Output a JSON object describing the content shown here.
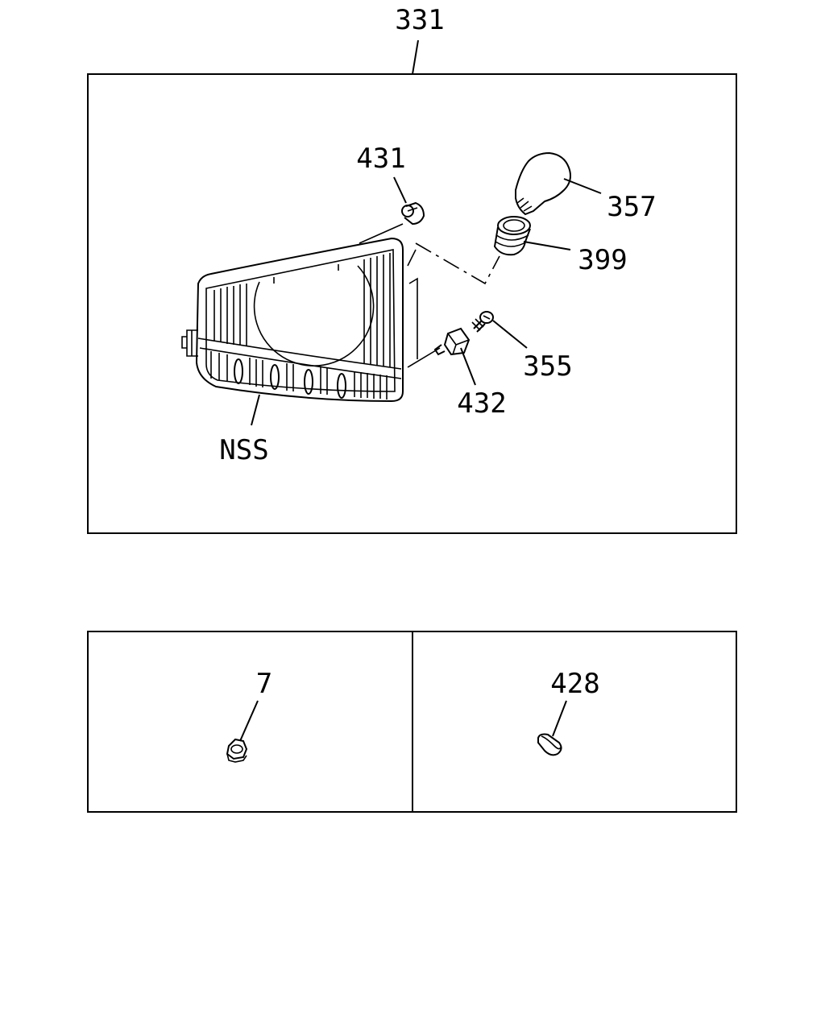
{
  "assembly_label": "331",
  "parts": [
    {
      "id": "p431",
      "label": "431"
    },
    {
      "id": "p357",
      "label": "357"
    },
    {
      "id": "p399",
      "label": "399"
    },
    {
      "id": "p355",
      "label": "355"
    },
    {
      "id": "p432",
      "label": "432"
    },
    {
      "id": "pNSS",
      "label": "NSS"
    }
  ],
  "detail_panels": [
    {
      "label": "7"
    },
    {
      "label": "428"
    }
  ]
}
